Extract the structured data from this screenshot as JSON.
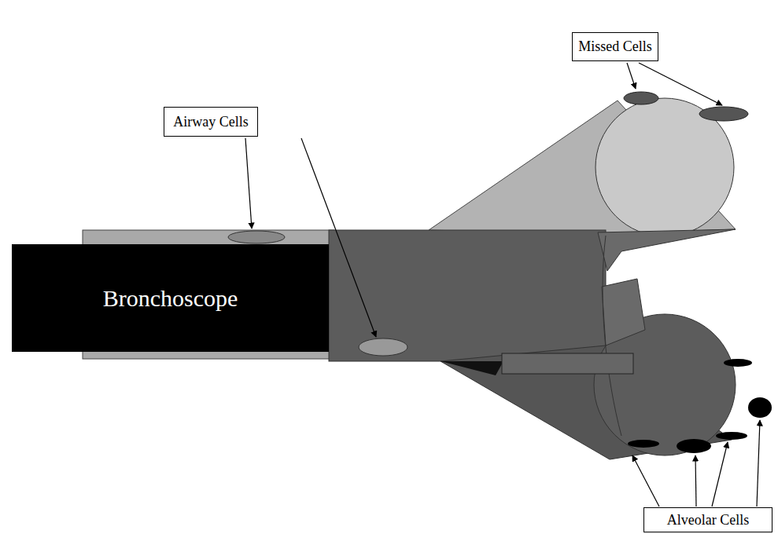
{
  "diagram": {
    "nodes": [
      {
        "text": [
          "Missed Cells"
        ]
      },
      {
        "text": [
          "Airway Cells"
        ]
      },
      {
        "text": [
          "Bronchoscope"
        ]
      },
      {
        "text": [
          "Alveolar Cells"
        ]
      }
    ]
  }
}
